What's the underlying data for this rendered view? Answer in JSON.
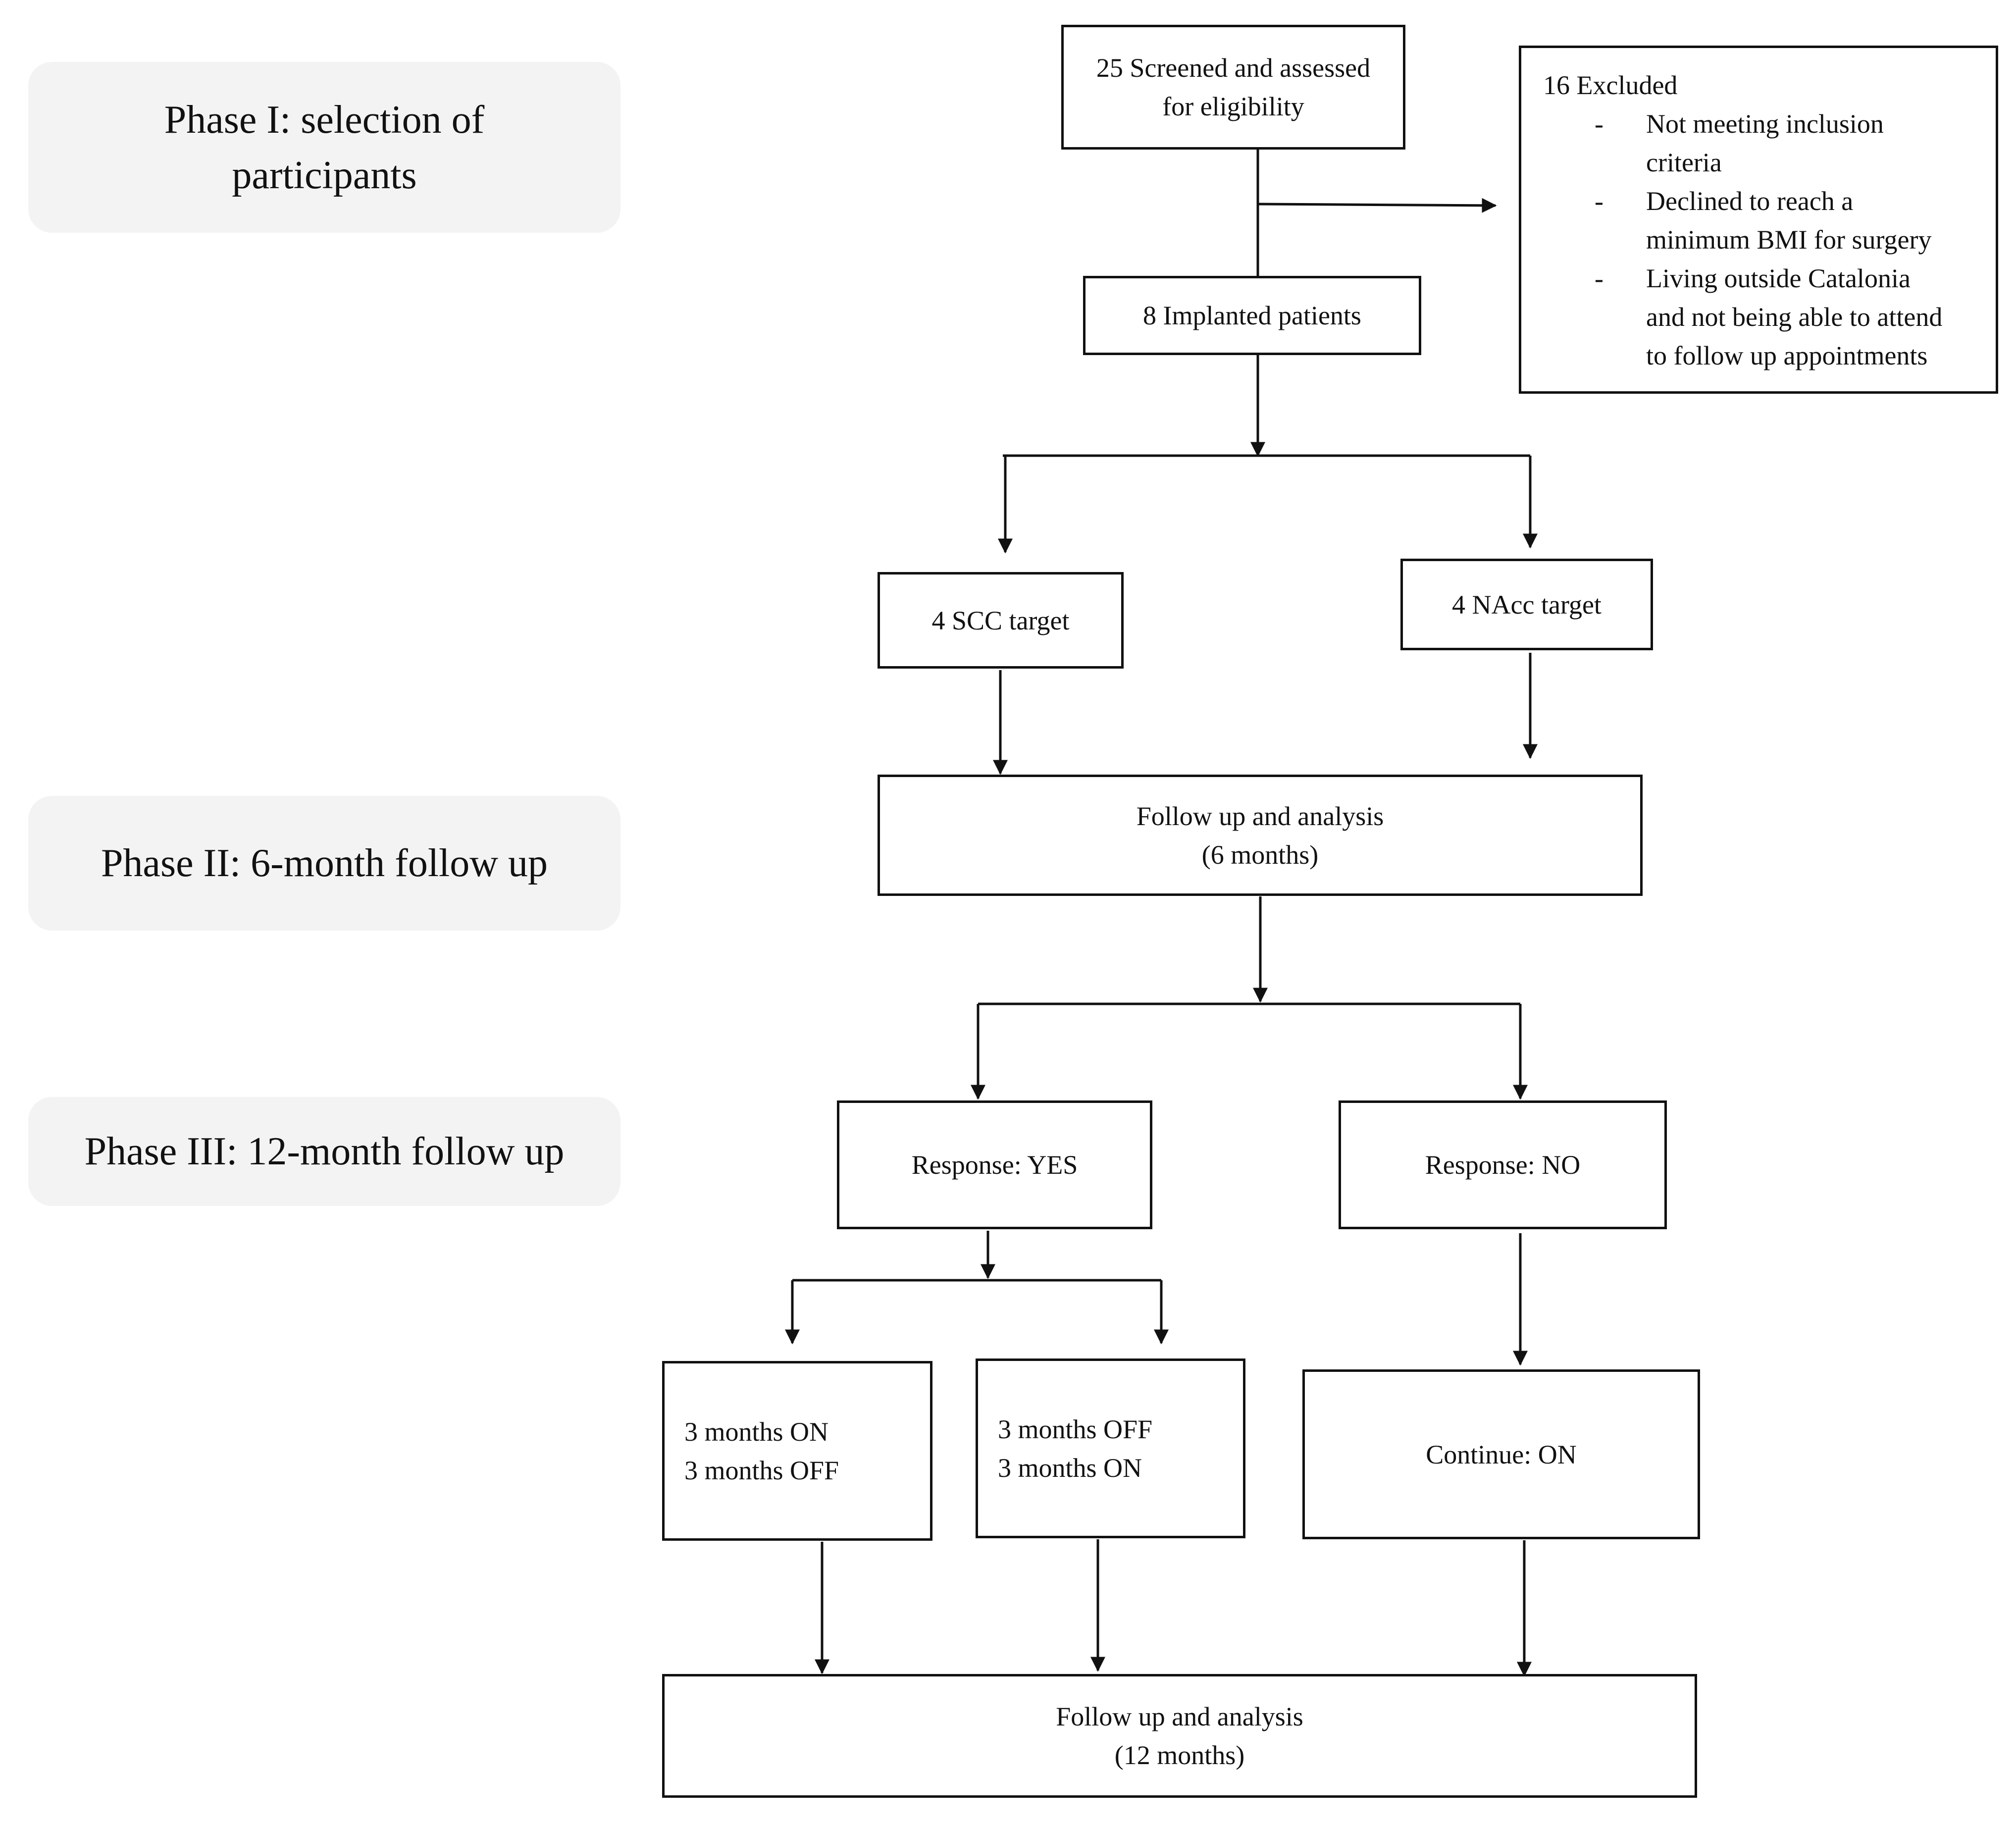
{
  "phases": {
    "phase1": {
      "line1": "Phase I: selection of",
      "line2": "participants"
    },
    "phase2": {
      "label": "Phase II: 6-month follow up"
    },
    "phase3": {
      "label": "Phase III: 12-month follow up"
    }
  },
  "boxes": {
    "screened": {
      "line1": "25 Screened and assessed",
      "line2": "for eligibility"
    },
    "excluded": {
      "title": "16 Excluded",
      "bullet": "-",
      "items": [
        {
          "lines": [
            "Not meeting inclusion",
            "criteria"
          ]
        },
        {
          "lines": [
            "Declined to reach a",
            "minimum BMI for surgery"
          ]
        },
        {
          "lines": [
            "Living outside Catalonia",
            "and not being able to attend",
            "to follow up appointments"
          ]
        }
      ]
    },
    "implanted": {
      "label": "8 Implanted patients"
    },
    "scc": {
      "label": "4 SCC target"
    },
    "nacc": {
      "label": "4 NAcc target"
    },
    "followup6": {
      "line1": "Follow up and analysis",
      "line2": "(6 months)"
    },
    "response_yes": {
      "label": "Response: YES"
    },
    "response_no": {
      "label": "Response: NO"
    },
    "on_off": {
      "line1": "3 months ON",
      "line2": "3 months OFF"
    },
    "off_on": {
      "line1": "3 months OFF",
      "line2": "3 months ON"
    },
    "continue_on": {
      "label": "Continue: ON"
    },
    "followup12": {
      "line1": "Follow up and analysis",
      "line2": "(12 months)"
    }
  },
  "style": {
    "stroke": "#111111",
    "phase_bg": "#f2f3f2"
  }
}
